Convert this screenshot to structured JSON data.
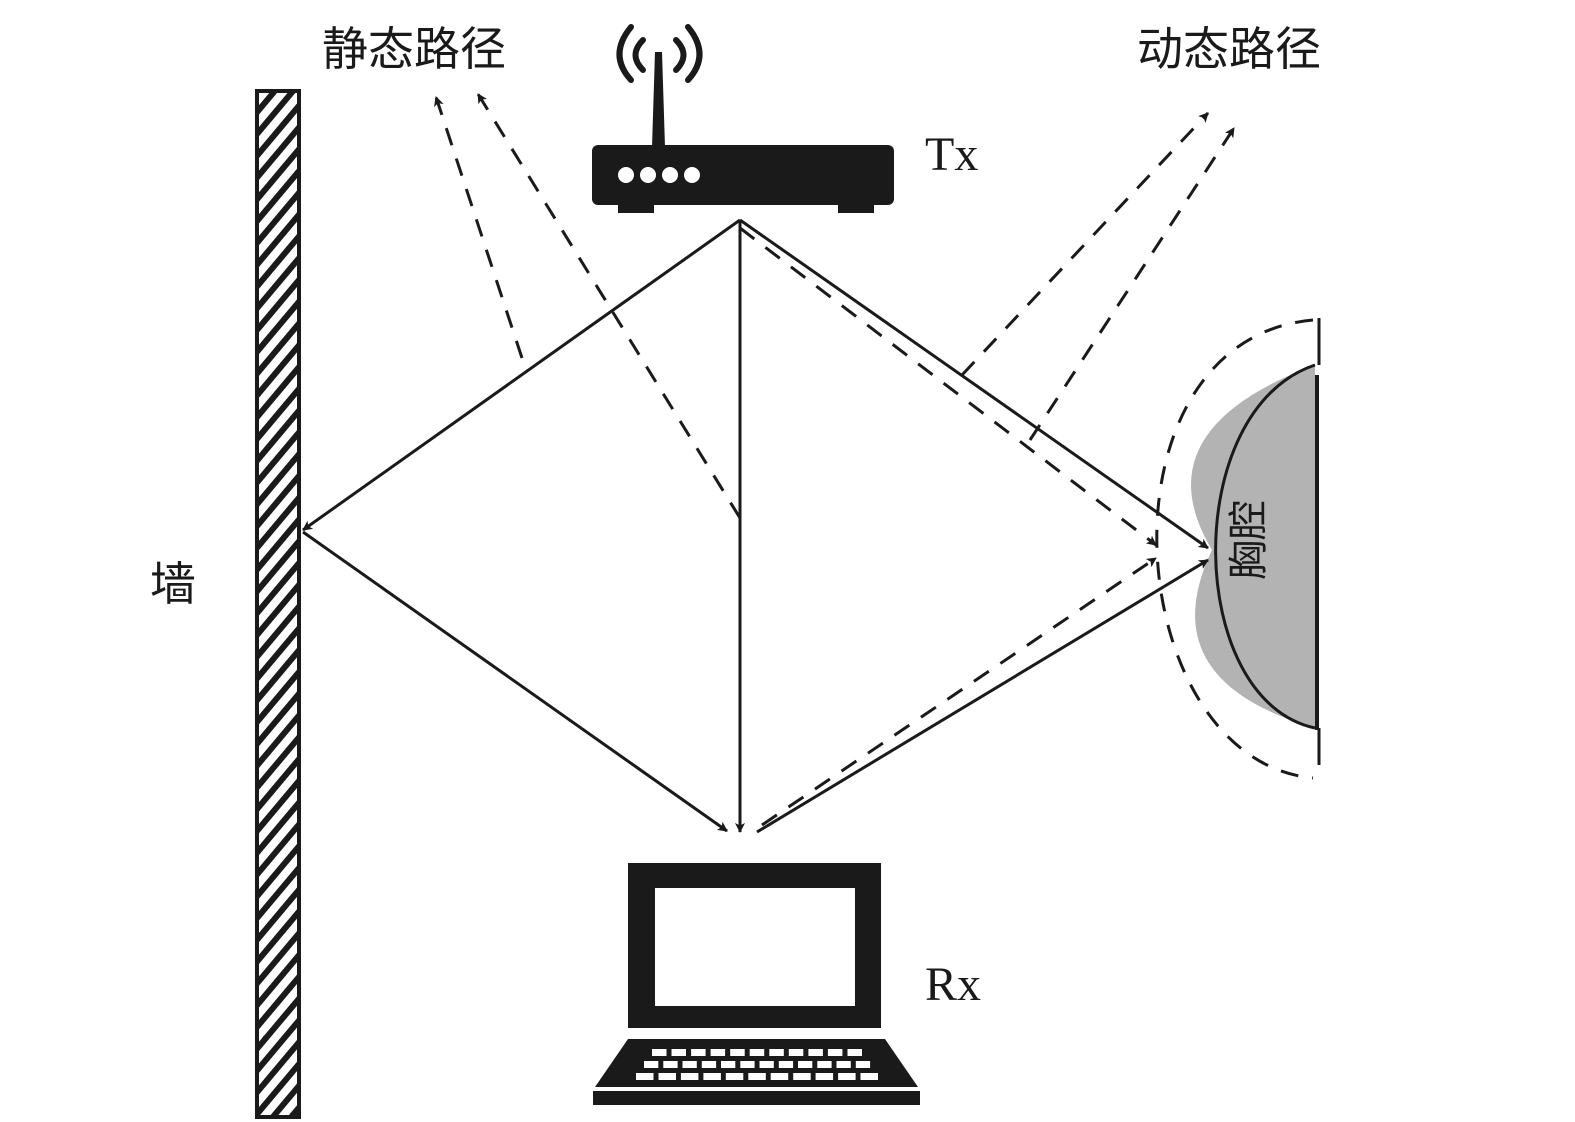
{
  "labels": {
    "static_path": "静态路径",
    "dynamic_path": "动态路径",
    "tx": "Tx",
    "rx": "Rx",
    "wall": "墙",
    "chest": "胸腔"
  },
  "colors": {
    "ink": "#1a1a1a",
    "chest_fill": "#b3b3b3",
    "background": "#ffffff"
  },
  "nodes": [
    {
      "id": "tx",
      "kind": "router",
      "label_key": "tx"
    },
    {
      "id": "rx",
      "kind": "laptop",
      "label_key": "rx"
    },
    {
      "id": "wall",
      "kind": "wall",
      "label_key": "wall"
    },
    {
      "id": "chest",
      "kind": "chest",
      "label_key": "chest"
    }
  ],
  "edges": [
    {
      "from": "tx",
      "to": "wall",
      "style": "solid",
      "arrow": true
    },
    {
      "from": "wall",
      "to": "rx",
      "style": "solid",
      "arrow": true
    },
    {
      "from": "tx",
      "to": "rx",
      "style": "solid",
      "arrow": true
    },
    {
      "from": "tx",
      "to": "chest",
      "style": "solid",
      "arrow": true
    },
    {
      "from": "rx",
      "to": "chest",
      "style": "solid",
      "arrow": true
    },
    {
      "from": "tx",
      "to": "chest-boundary",
      "style": "dashed",
      "arrow": true
    },
    {
      "from": "rx",
      "to": "chest-boundary",
      "style": "dashed",
      "arrow": true
    },
    {
      "from": "static-path-origin",
      "to": "static-path-label",
      "style": "dashed",
      "arrow": true,
      "group": "static"
    },
    {
      "from": "dynamic-path-origin",
      "to": "dynamic-path-label",
      "style": "dashed",
      "arrow": true,
      "group": "dynamic"
    }
  ],
  "router": {
    "led_count": 4,
    "wifi_wave_count": 2
  },
  "laptop": {
    "keyboard_rows": [
      11,
      12,
      11
    ]
  }
}
